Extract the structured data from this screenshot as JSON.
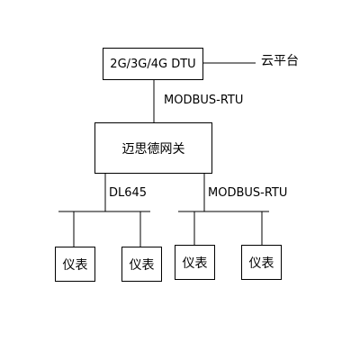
{
  "dtu": {
    "label": "2G/3G/4G DTU"
  },
  "cloud": {
    "label": "云平台"
  },
  "link_dtu_gateway": {
    "label": "MODBUS-RTU"
  },
  "gateway": {
    "label": "迈思德网关"
  },
  "bus_left": {
    "label": "DL645"
  },
  "bus_right": {
    "label": "MODBUS-RTU"
  },
  "meters": [
    {
      "label": "仪表"
    },
    {
      "label": "仪表"
    },
    {
      "label": "仪表"
    },
    {
      "label": "仪表"
    }
  ]
}
